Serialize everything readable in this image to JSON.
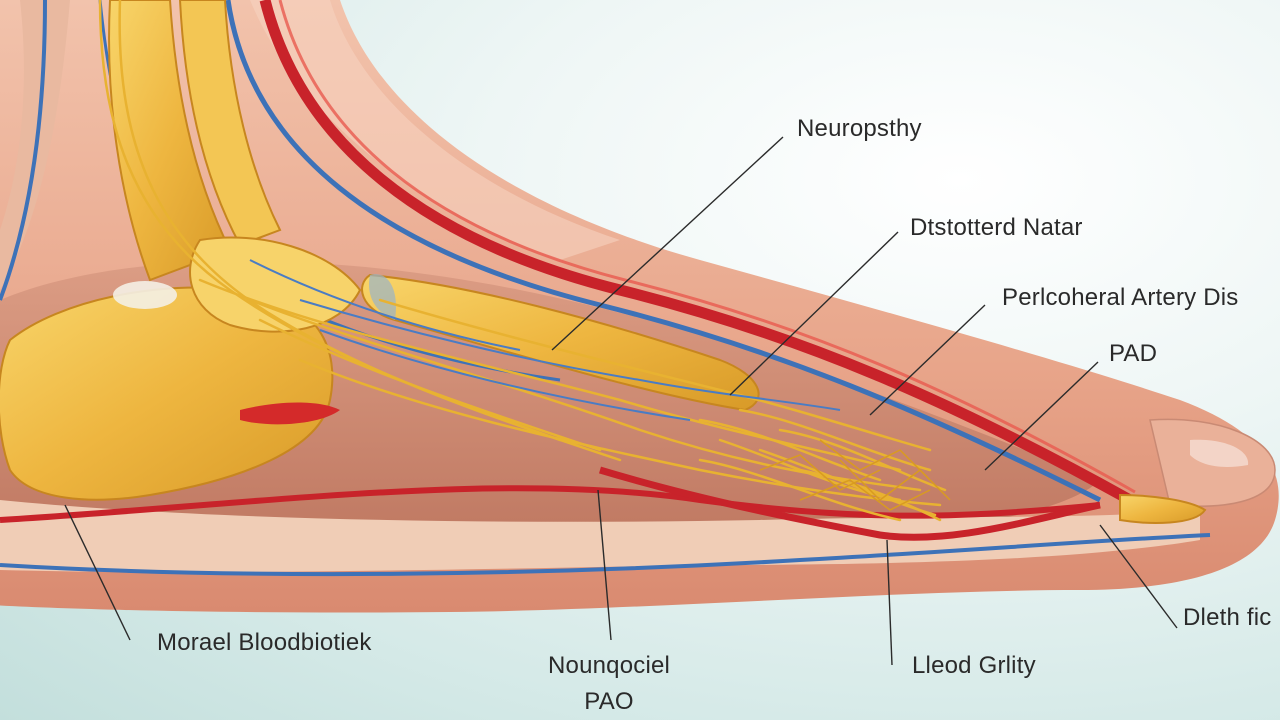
{
  "labels": {
    "neuropathy": "Neuropsthy",
    "distorted_nature": "Dtstotterd Natar",
    "peripheral_artery": "Perlcoheral Artery Dis",
    "pad": "PAD",
    "modal_blood": "Morael Bloodbiotiek",
    "noun_line1": "Nounqociel",
    "noun_line2": "PAO",
    "lead_gravity": "Lleod Grlity",
    "diethic": "Dleth fic"
  }
}
